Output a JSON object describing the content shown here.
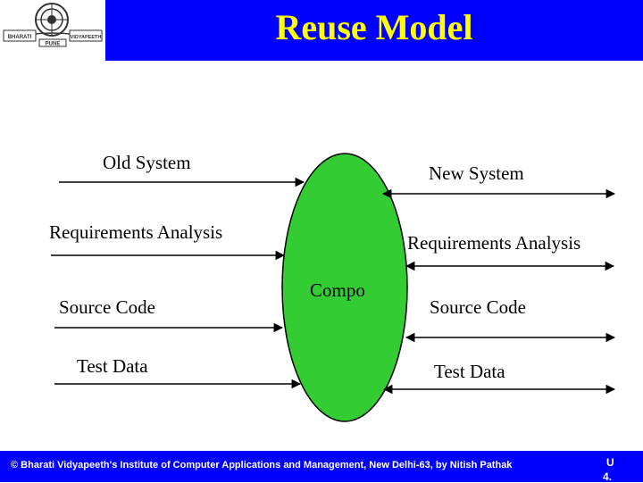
{
  "header": {
    "title": "Reuse Model",
    "logo": {
      "text_left": "BHARATI",
      "text_right": "VIDYAPEETH",
      "text_bottom": "PUNE"
    }
  },
  "diagram": {
    "old_system": {
      "heading": "Old System",
      "items": [
        "Requirements Analysis",
        "Source Code",
        "Test Data"
      ]
    },
    "new_system": {
      "heading": "New System",
      "items": [
        "Requirements Analysis",
        "Source Code",
        "Test Data"
      ]
    },
    "center": {
      "label": "Compo"
    }
  },
  "footer": {
    "text": "© Bharati Vidyapeeth's Institute of Computer Applications and Management, New Delhi-63, by  Nitish Pathak",
    "page_line1": "U",
    "page_line2": "4."
  },
  "colors": {
    "banner": "#0000ff",
    "title": "#ffff00",
    "ellipse": "#33cc33",
    "footer_text": "#ffffff"
  }
}
